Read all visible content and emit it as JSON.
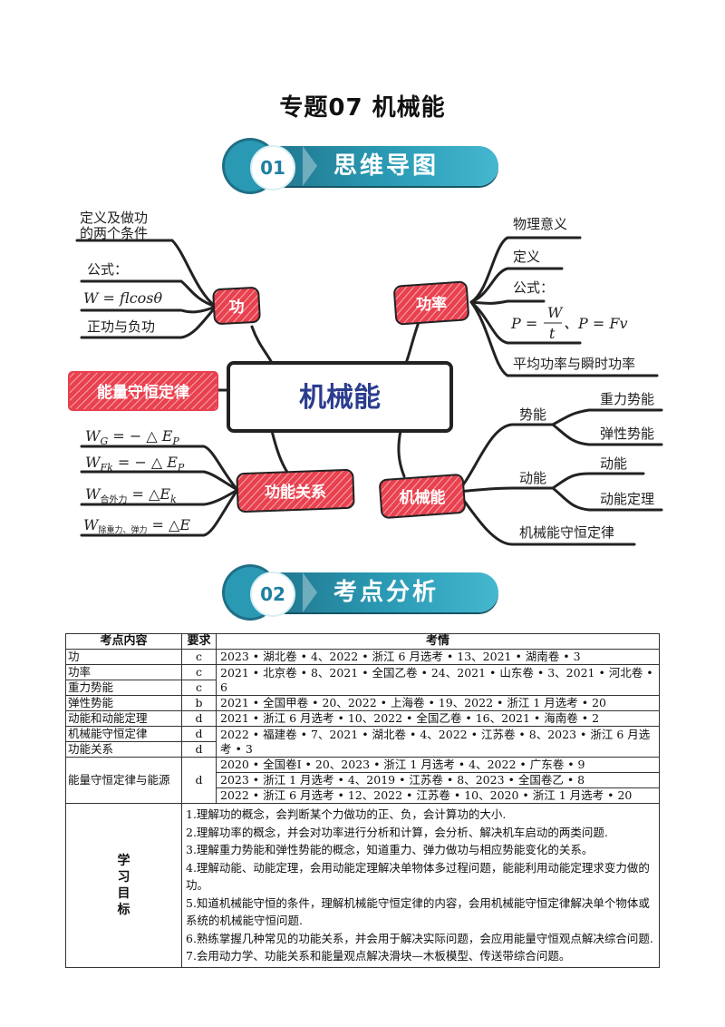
{
  "title": "专题07  机械能",
  "section1": {
    "num": "01",
    "label": "思维导图"
  },
  "section2": {
    "num": "02",
    "label": "考点分析"
  },
  "mindmap": {
    "center": "机械能",
    "gong": {
      "label": "功",
      "items": [
        "定义及做功",
        "的两个条件",
        "公式：",
        "W = flcosθ",
        "正功与负功"
      ]
    },
    "gonglv": {
      "label": "功率",
      "items": [
        "物理意义",
        "定义",
        "公式：",
        "P =",
        "W",
        "t",
        "、P = Fv",
        "平均功率与瞬时功率"
      ]
    },
    "nengliang": {
      "label": "能量守恒定律"
    },
    "gongneng": {
      "label": "功能关系",
      "formulas": [
        {
          "main": "W",
          "sub": "G",
          "rest": " = − △ E",
          "sub2": "P"
        },
        {
          "main": "W",
          "sub": "Fk",
          "rest": " = − △ E",
          "sub2": "P"
        },
        {
          "main": "W",
          "sub": "合外力",
          "rest": " = △E",
          "sub2": "k"
        },
        {
          "main": "W",
          "sub": "除重力、弹力",
          "rest": " = △E",
          "sub2": ""
        }
      ]
    },
    "jixieneng": {
      "label": "机械能",
      "shineng": "势能",
      "shineng_items": [
        "重力势能",
        "弹性势能"
      ],
      "dongneng": "动能",
      "dongneng_items": [
        "动能",
        "动能定理"
      ],
      "shouheng": "机械能守恒定律"
    }
  },
  "table": {
    "headers": [
      "考点内容",
      "要求",
      "考情"
    ],
    "rows": [
      {
        "content": "功",
        "req": "c",
        "info": "2023 • 湖北卷 • 4、2022 • 浙江 6 月选考 • 13、2021 • 湖南卷 • 3"
      },
      {
        "content": "功率",
        "req": "c",
        "info": "2021 • 北京卷 • 8、2021 • 全国乙卷 • 24、2021 • 山东卷 • 3、2021 • 河北卷 • 6"
      },
      {
        "content": "重力势能",
        "req": "c",
        "info": ""
      },
      {
        "content": "弹性势能",
        "req": "b",
        "info": "2021 • 全国甲卷 • 20、2022 • 上海卷 • 19、2022 • 浙江 1 月选考 • 20"
      },
      {
        "content": "动能和动能定理",
        "req": "d",
        "info": "2021 • 浙江 6 月选考 • 10、2022 • 全国乙卷 • 16、2021 • 海南卷 • 2"
      },
      {
        "content": "机械能守恒定律",
        "req": "d",
        "info": "2022 • 福建卷 • 7、2021 • 湖北卷 • 4、2022 • 江苏卷 • 8、2023 • 浙江 6 月选考 • 3"
      },
      {
        "content": "功能关系",
        "req": "d",
        "info": "2020 • 全国卷Ⅰ • 20、2023 • 浙江 1 月选考 • 4、2022 • 广东卷 • 9"
      },
      {
        "content": "能量守恒定律与能源",
        "req": "d",
        "info": "2023 • 浙江 1 月选考 • 4、2019 • 江苏卷 • 8、2023 • 全国卷乙 • 8"
      },
      {
        "content": "",
        "req": "",
        "info": "2022 • 浙江 6 月选考 • 12、2022 • 江苏卷 • 10、2020 • 浙江 1 月选考 • 20"
      }
    ],
    "goals_header": "学习目标",
    "goals": [
      "1.理解功的概念，会判断某个力做功的正、负，会计算功的大小.",
      "2.理解功率的概念，并会对功率进行分析和计算，会分析、解决机车启动的两类问题.",
      "3.理解重力势能和弹性势能的概念，知道重力、弹力做功与相应势能变化的关系。",
      "4.理解动能、动能定理，会用动能定理解决单物体多过程问题，能能利用动能定理求变力做的功。",
      "5.知道机械能守恒的条件，理解机械能守恒定律的内容，会用机械能守恒定律解决单个物体或系统的机械能守恒问题.",
      "6.熟练掌握几种常见的功能关系，并会用于解决实际问题，会应用能量守恒观点解决综合问题.",
      "7.会用动力学、功能关系和能量观点解决滑块—木板模型、传送带综合问题。"
    ]
  },
  "colors": {
    "teal": "#2a9ab4",
    "red": "#e8414f",
    "dark_teal": "#1f6f86"
  }
}
